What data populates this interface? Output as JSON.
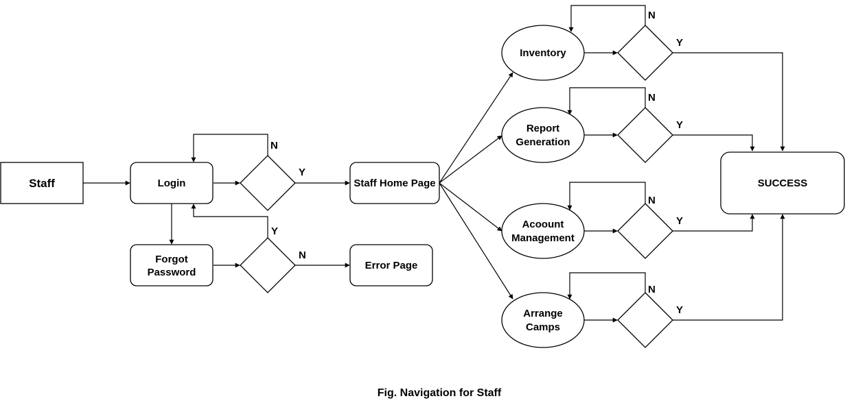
{
  "diagram": {
    "caption": "Fig. Navigation for Staff",
    "nodes": {
      "staff": "Staff",
      "login": "Login",
      "forgot": [
        "Forgot",
        "Password"
      ],
      "error": "Error Page",
      "home": "Staff Home Page",
      "inventory": "Inventory",
      "report": [
        "Report",
        "Generation"
      ],
      "account": [
        "Acoount",
        "Management"
      ],
      "camps": [
        "Arrange",
        "Camps"
      ],
      "success": "SUCCESS"
    },
    "decision_labels": {
      "yes": "Y",
      "no": "N"
    }
  }
}
